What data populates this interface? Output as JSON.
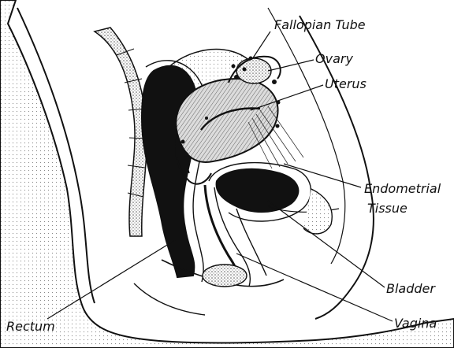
{
  "labels": {
    "fallopian_tube": "Fallopian Tube",
    "ovary": "Ovary",
    "uterus": "Uterus",
    "endometrial": "Endometrial",
    "tissue": "Tissue",
    "bladder": "Bladder",
    "vagina": "Vagina",
    "rectum": "Rectum"
  },
  "colors": {
    "ink": "#111111",
    "shade": "#8a8a8a",
    "paper": "#ffffff"
  }
}
